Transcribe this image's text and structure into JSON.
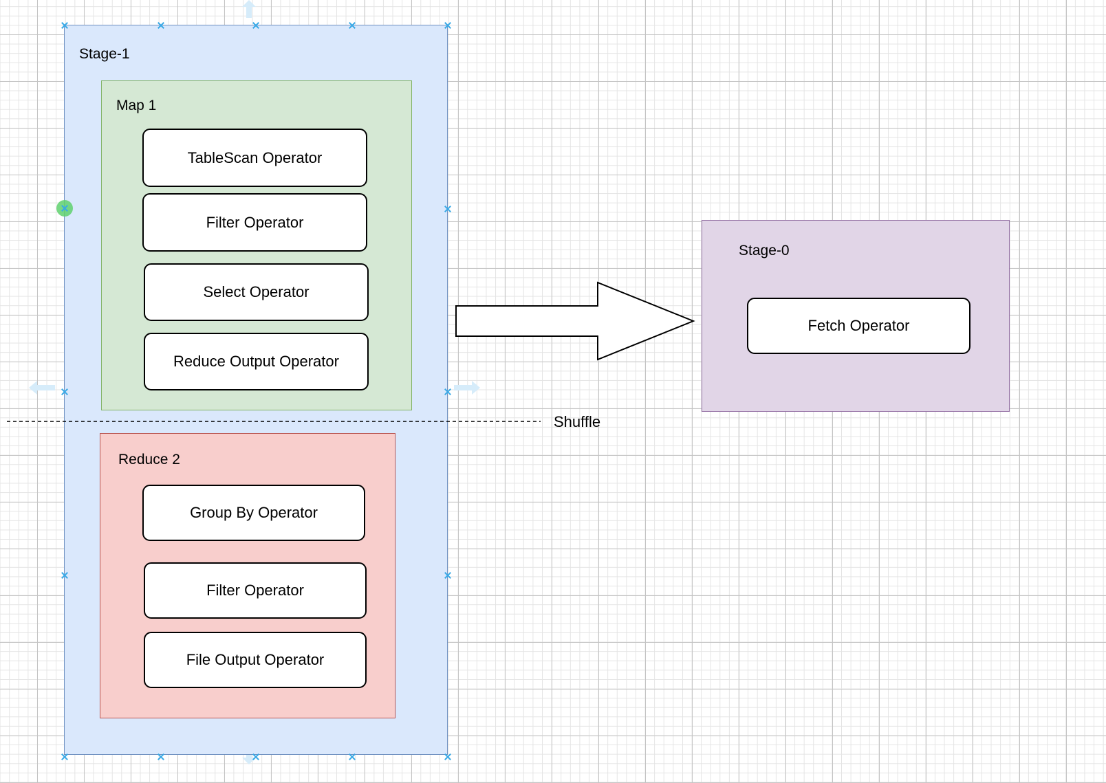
{
  "colors": {
    "stage1_fill": "#dae8fc",
    "stage1_border": "#6c8ebf",
    "map_fill": "#d5e8d4",
    "map_border": "#82b366",
    "reduce_fill": "#f8cecc",
    "reduce_border": "#b85450",
    "stage0_fill": "#e1d5e7",
    "stage0_border": "#9673a6",
    "selection_handle": "#39a9e6",
    "connection_point": "#5fd16f"
  },
  "stage1": {
    "label": "Stage-1",
    "map": {
      "label": "Map 1",
      "operators": [
        "TableScan Operator",
        "Filter Operator",
        "Select Operator",
        "Reduce Output Operator"
      ]
    },
    "reduce": {
      "label": "Reduce 2",
      "operators": [
        "Group By Operator",
        "Filter Operator",
        "File Output Operator"
      ]
    }
  },
  "shuffle": {
    "label": "Shuffle"
  },
  "stage0": {
    "label": "Stage-0",
    "operators": [
      "Fetch Operator"
    ]
  },
  "icons": {
    "arrow": "block-arrow-right",
    "handles": "selection-handle-x",
    "hover_arrows": "blue-direction-arrows"
  }
}
